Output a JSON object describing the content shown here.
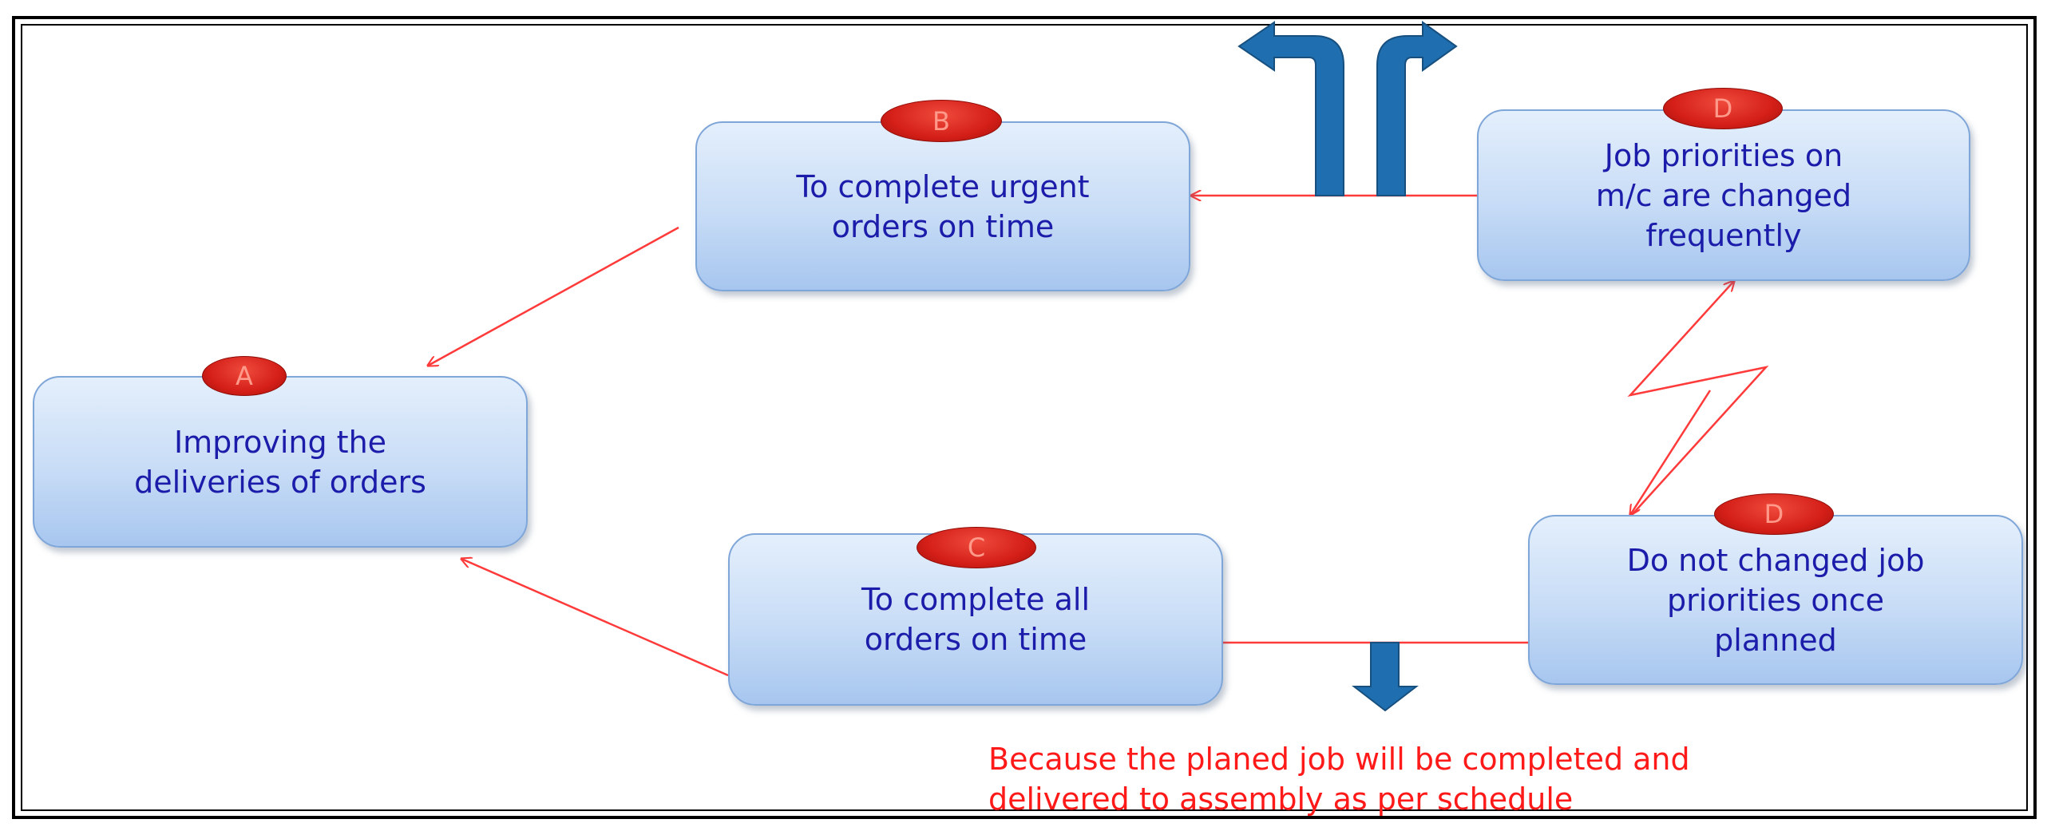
{
  "nodes": {
    "a": {
      "badge": "A",
      "text": "Improving the\ndeliveries of orders"
    },
    "b": {
      "badge": "B",
      "text": "To complete urgent\norders on time"
    },
    "c": {
      "badge": "C",
      "text": "To complete all\norders on time"
    },
    "d1": {
      "badge": "D",
      "text": "Job priorities on\nm/c are changed\nfrequently"
    },
    "d2": {
      "badge": "D",
      "text": "Do not changed job\npriorities once\nplanned"
    }
  },
  "note": "Because the planed job will be completed and\ndelivered to assembly as per schedule",
  "colors": {
    "arrow_red": "#ff3a3a",
    "arrow_blue": "#1f6fb0",
    "box_text": "#1c1caa",
    "badge_red": "#d41f18",
    "note_red": "#ff1a1a"
  }
}
